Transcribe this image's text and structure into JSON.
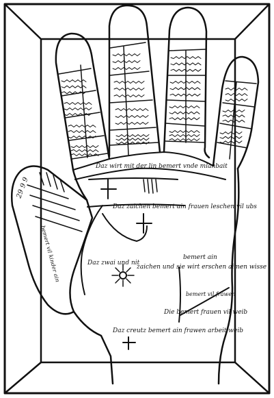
{
  "image": {
    "subject": "woodcut-palmistry-hand-chart",
    "colors": {
      "ink": "#111111",
      "paper": "#ffffff"
    }
  },
  "inscriptions": {
    "heart_line": "Daz wirt mit der lin bemert vnde mlanbait",
    "head_line": "Daz zaichen bemert ain frauen leschen vil ubs",
    "sun_mark_left": "Daz zwai und nit",
    "sun_mark_right": "zaichen und sie wirt erschen aimen wisse",
    "sun_mark_top_right": "bemert ain",
    "lower_right": "Die bemert frauen vil weib",
    "ring_finger_side": "bemert vil frawen",
    "wrist": "Daz creutz bemert ain frawen arbeit weib",
    "thumb_numbers": "29 9 9",
    "thumb_side": "bemert vil kinder ain"
  }
}
